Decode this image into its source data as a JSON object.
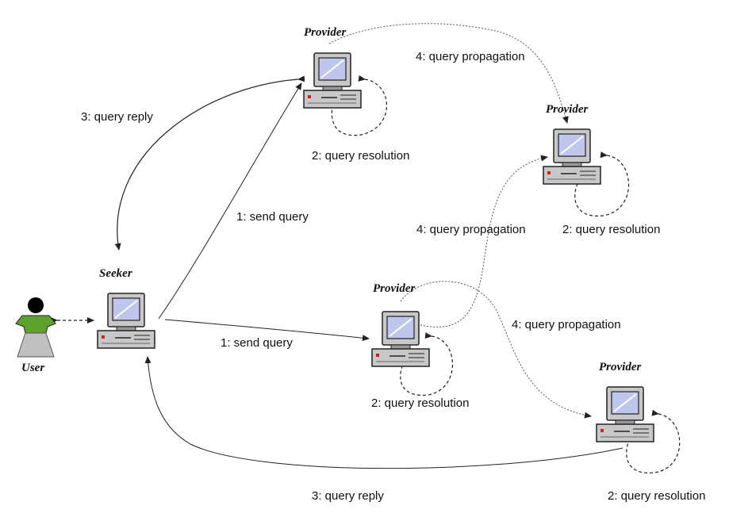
{
  "colors": {
    "background": "#ffffff",
    "line": "#222222",
    "monitor_body": "#c8c8c8",
    "monitor_screen": "#bfc6ee",
    "case_body": "#c8c8c8",
    "user_shirt": "#5ea22e",
    "user_skirt": "#c0c0c0",
    "user_head": "#000000"
  },
  "nodes": {
    "provider_top": {
      "label": "Provider",
      "icon": "computer-icon"
    },
    "provider_right": {
      "label": "Provider",
      "icon": "computer-icon"
    },
    "provider_mid": {
      "label": "Provider",
      "icon": "computer-icon"
    },
    "provider_bottom": {
      "label": "Provider",
      "icon": "computer-icon"
    },
    "seeker": {
      "label": "Seeker",
      "icon": "computer-icon"
    },
    "user": {
      "label": "User",
      "icon": "person-icon"
    }
  },
  "labels": {
    "propagation_top": "4: query propagation",
    "reply_top": "3: query reply",
    "resolution_top": "2: query resolution",
    "send_query_top": "1: send query",
    "propagation_mid_left": "4: query propagation",
    "resolution_right": "2: query resolution",
    "propagation_mid_right": "4: query propagation",
    "send_query_mid": "1: send query",
    "resolution_mid": "2: query resolution",
    "reply_bottom": "3: query reply",
    "resolution_bottom": "2: query resolution"
  }
}
